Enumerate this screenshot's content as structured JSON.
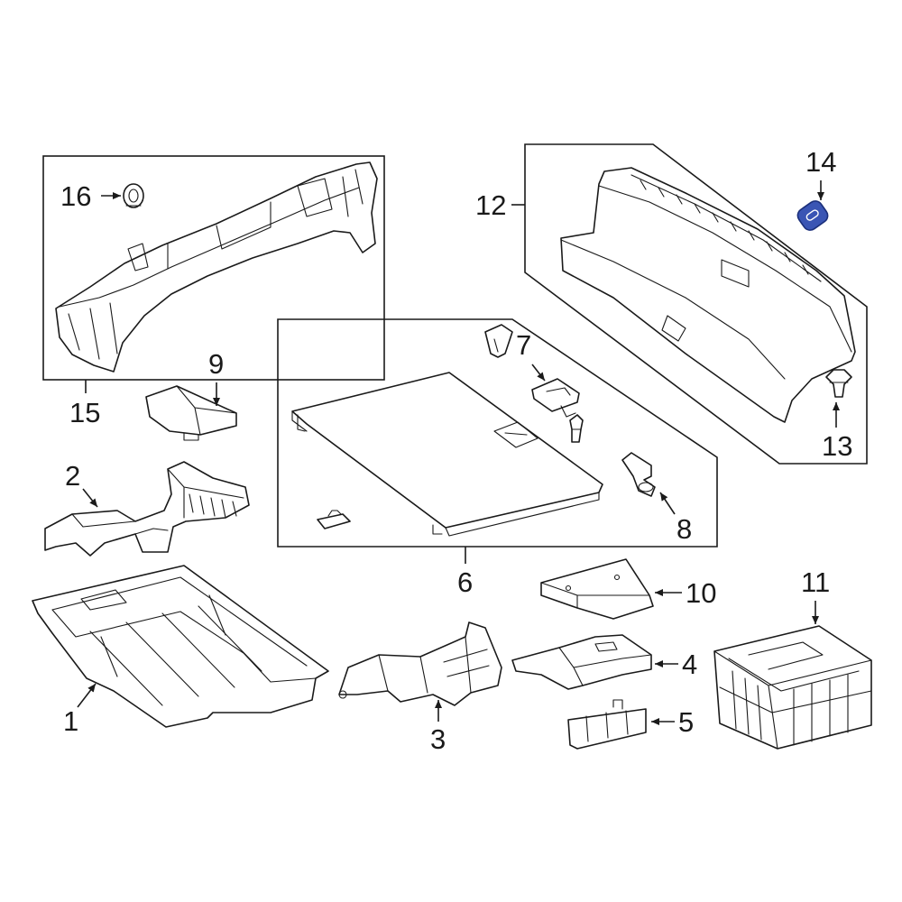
{
  "callouts": {
    "c1": "1",
    "c2": "2",
    "c3": "3",
    "c4": "4",
    "c5": "5",
    "c6": "6",
    "c7": "7",
    "c8": "8",
    "c9": "9",
    "c10": "10",
    "c11": "11",
    "c12": "12",
    "c13": "13",
    "c14": "14",
    "c15": "15",
    "c16": "16"
  },
  "colors": {
    "highlight_fill": "#3a55b4",
    "highlight_stroke": "#1b2f7a",
    "line": "#1a1a1a",
    "background": "#ffffff"
  },
  "highlighted_part": "14"
}
